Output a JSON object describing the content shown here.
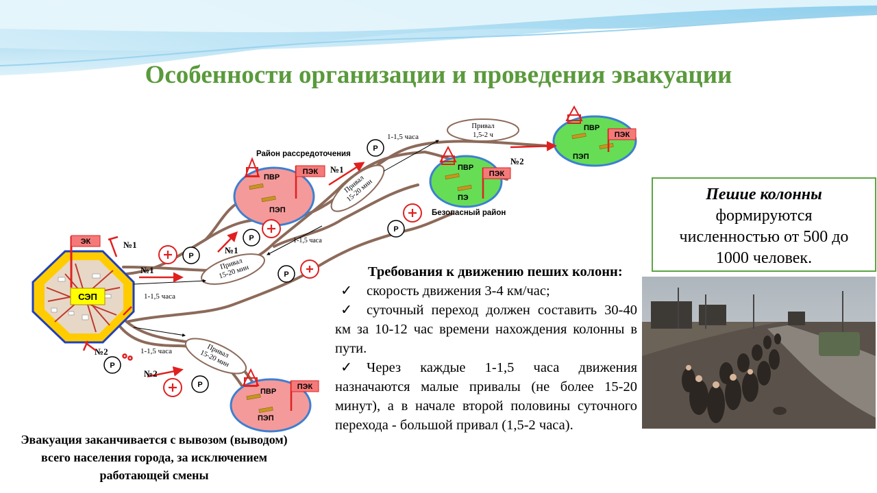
{
  "title": "Особенности организации и проведения эвакуации",
  "colors": {
    "title": "#5a9a3c",
    "zone_safe": "#66dd55",
    "zone_disp": "#f49a9a",
    "zone_border": "#3c7fd1",
    "road": "#8c6a5a",
    "label_fill": "#f47a7a"
  },
  "diagram": {
    "sep": "СЭП",
    "ek": "ЭК",
    "dispersal_area": "Район рассредоточения",
    "safe_area": "Безопасный район",
    "zone_labels": {
      "pvr": "ПВР",
      "pek": "ПЭК",
      "pep": "ПЭП",
      "pe": "ПЭ"
    },
    "route1": "№1",
    "route2": "№2",
    "checkpoint": "Р",
    "halt_small": "Привал 15-20 мин",
    "halt_big_line1": "Привал",
    "halt_big_line2": "1,5-2 ч",
    "halt_line1": "Привал",
    "halt_line2": "15-20 мин",
    "time": "1-1,5 часа"
  },
  "note": {
    "emphasis": "Пешие колонны",
    "line1": "формируются",
    "line2": "численностью от 500 до",
    "line3": "1000 человек."
  },
  "requirements": {
    "title": "Требования к движению пеших колонн:",
    "items": [
      "скорость движения 3-4 км/час;",
      "суточный переход должен составить 30-40 км за 10-12 час времени нахождения колонны в пути.",
      "Через каждые 1-1,5 часа движения назначаются малые привалы (не более 15-20 минут), а в начале второй половины суточного перехода - большой привал (1,5-2 часа)."
    ]
  },
  "end_note": "Эвакуация заканчивается с вывозом (выводом) всего населения города, за исключением работающей смены",
  "photo": {
    "alt": "column-of-people-on-road"
  }
}
